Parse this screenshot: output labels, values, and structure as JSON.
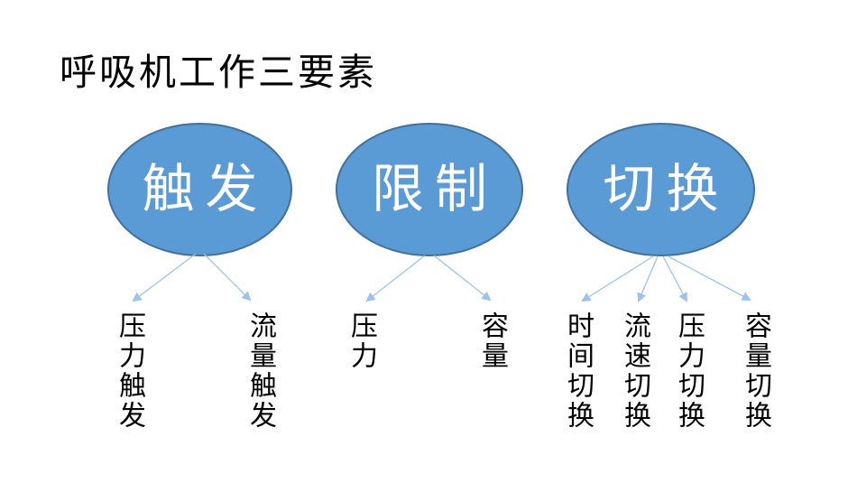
{
  "slide": {
    "title": "呼吸机工作三要素",
    "colors": {
      "background": "#FFFFFF",
      "ellipse_fill": "#5B9BD5",
      "ellipse_border": "#41719C",
      "ellipse_text": "#FFFFFF",
      "arrow": "#9DC3E6",
      "label_text": "#000000"
    },
    "groups": [
      {
        "bubble": "触发",
        "children": [
          "压力触发",
          "流量触发"
        ]
      },
      {
        "bubble": "限制",
        "children": [
          "压力",
          "容量"
        ]
      },
      {
        "bubble": "切换",
        "children": [
          "时间切换",
          "流速切换",
          "压力切换",
          "容量切换"
        ]
      }
    ]
  }
}
